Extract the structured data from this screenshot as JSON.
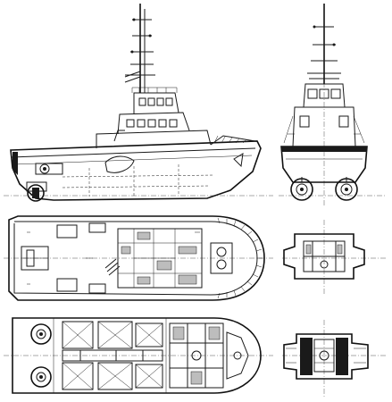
{
  "drawing": {
    "views": [
      {
        "id": "side-elevation"
      },
      {
        "id": "front-elevation"
      },
      {
        "id": "main-deck-plan"
      },
      {
        "id": "main-deck-front"
      },
      {
        "id": "lower-deck-plan"
      },
      {
        "id": "lower-deck-front"
      }
    ],
    "colors": {
      "line": "#1a1a1a",
      "background": "#ffffff",
      "hatch": "#bdbdbd"
    }
  }
}
